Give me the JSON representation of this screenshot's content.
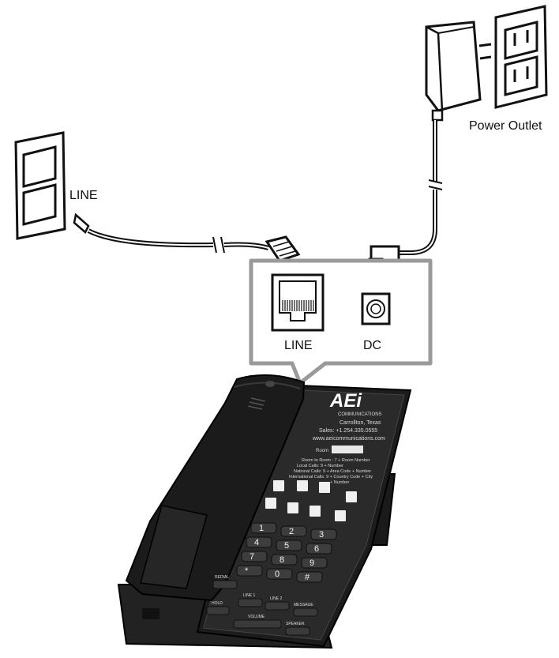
{
  "labels": {
    "line_jack": "LINE",
    "wall_line": "LINE",
    "power_outlet": "Power Outlet",
    "dc_jack": "DC"
  },
  "faceplate": {
    "brand": "AEi",
    "company": "COMMUNICATIONS",
    "city": "Carrollton, Texas",
    "sales": "Sales: +1.254.335.0555",
    "web": "www.aeicommunications.com",
    "room_label": "Room",
    "dial_line1": "Room to Room : 7 + Room Number",
    "dial_line2": "Local Calls: 9 + Number",
    "dial_line3": "National Calls: 9 + Area Code + Number",
    "dial_line4": "International Calls: 9 + Country Code + City",
    "dial_line5": "+ Number"
  },
  "keypad": [
    "1",
    "2",
    "3",
    "4",
    "5",
    "6",
    "7",
    "8",
    "9",
    "*",
    "0",
    "#"
  ],
  "function_keys": {
    "redial": "REDIAL",
    "line1": "LINE 1",
    "line2": "LINE 2",
    "message": "MESSAGE",
    "hold": "HOLD",
    "volume": "VOLUME",
    "speaker": "SPEAKER"
  },
  "colors": {
    "phone_body": "#1c1c1c",
    "callout_border": "#9a9a9a",
    "line": "#111111"
  }
}
